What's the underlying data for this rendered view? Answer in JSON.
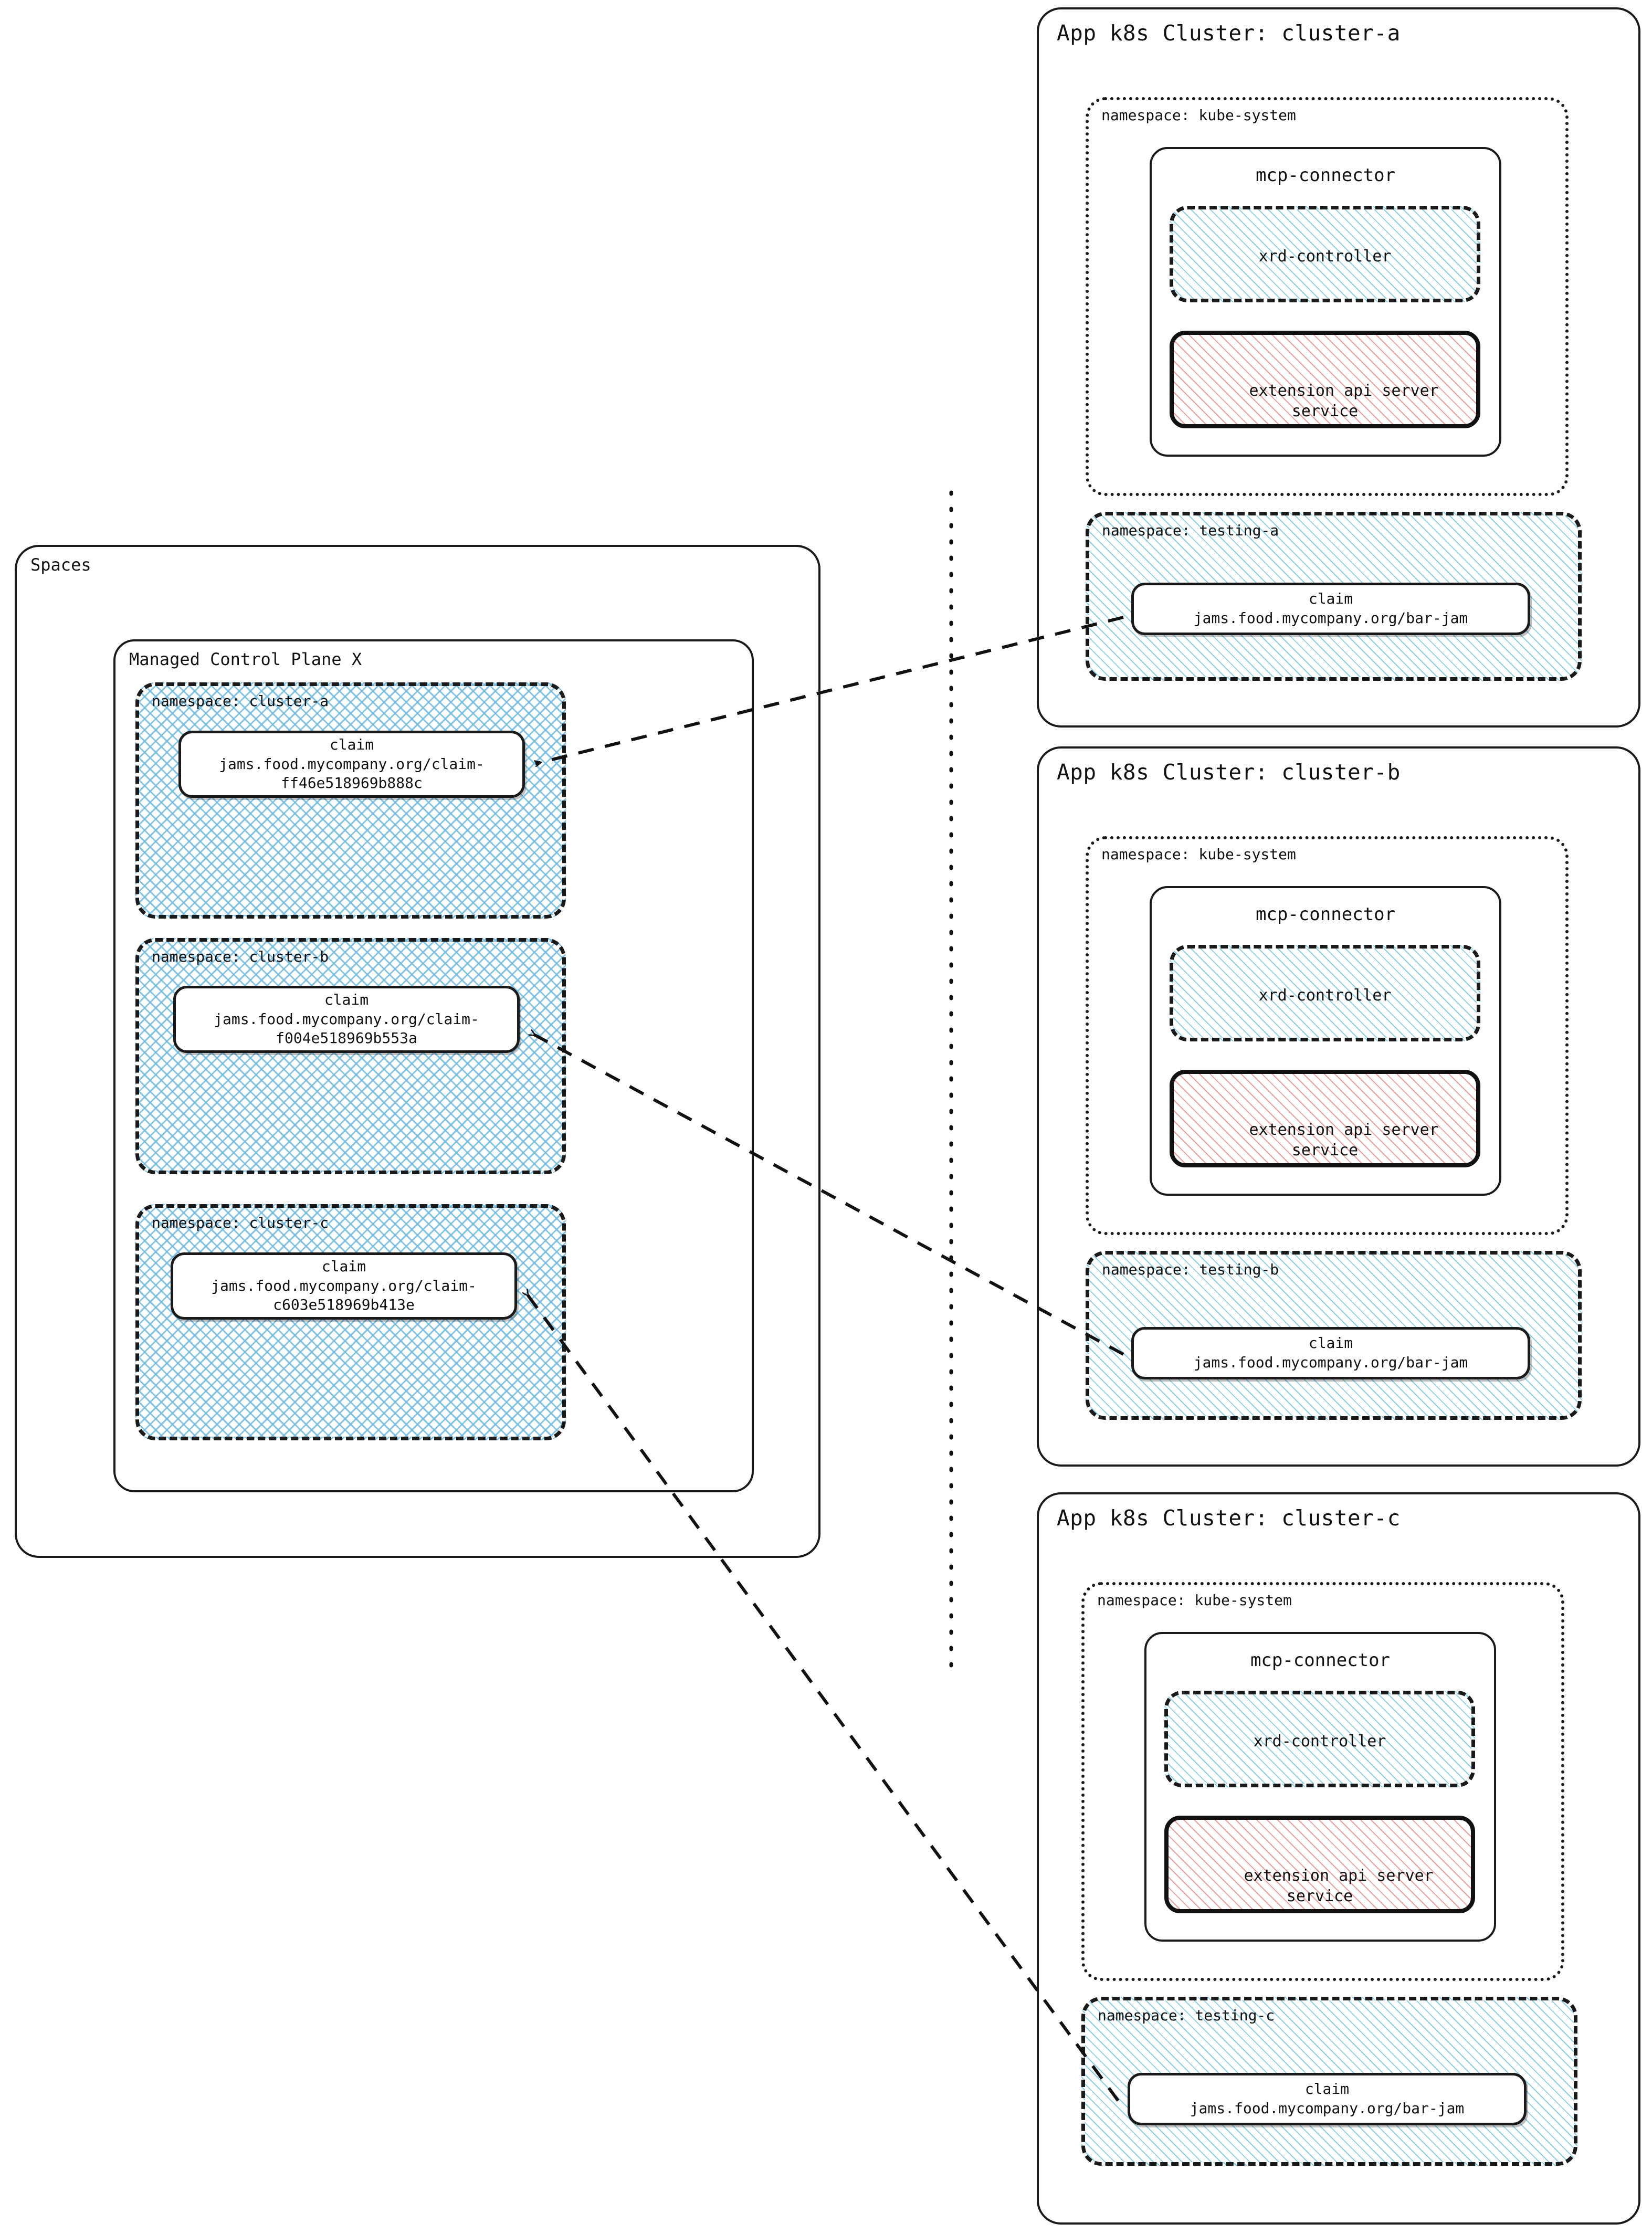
{
  "diagram": {
    "title": "Crossplane Spaces MCP multi-cluster claim propagation",
    "accent_blue": "#6EB9E1",
    "accent_purple": "#A08CD7",
    "accent_red": "#EE8C8C",
    "ink": "#111111"
  },
  "left_panel": {
    "spaces_label": "Spaces",
    "mcp_label": "Managed Control Plane X",
    "namespaces": [
      {
        "label": "namespace: cluster-a",
        "claim": {
          "kind": "claim",
          "ref_line1": "jams.food.mycompany.org/claim-",
          "ref_line2": "ff46e518969b888c"
        }
      },
      {
        "label": "namespace: cluster-b",
        "claim": {
          "kind": "claim",
          "ref_line1": "jams.food.mycompany.org/claim-",
          "ref_line2": "f004e518969b553a"
        }
      },
      {
        "label": "namespace: cluster-c",
        "claim": {
          "kind": "claim",
          "ref_line1": "jams.food.mycompany.org/claim-",
          "ref_line2": "c603e518969b413e"
        }
      }
    ]
  },
  "clusters": [
    {
      "title": "App k8s Cluster: cluster-a",
      "kube_system": {
        "label": "namespace: kube-system",
        "connector": {
          "title": "mcp-connector",
          "xrd_controller": "xrd-controller",
          "ext_api_line1": "extension api server",
          "ext_api_line2": "service"
        }
      },
      "testing": {
        "label": "namespace: testing-a",
        "claim": {
          "kind": "claim",
          "ref": "jams.food.mycompany.org/bar-jam"
        }
      }
    },
    {
      "title": "App k8s Cluster: cluster-b",
      "kube_system": {
        "label": "namespace: kube-system",
        "connector": {
          "title": "mcp-connector",
          "xrd_controller": "xrd-controller",
          "ext_api_line1": "extension api server",
          "ext_api_line2": "service"
        }
      },
      "testing": {
        "label": "namespace: testing-b",
        "claim": {
          "kind": "claim",
          "ref": "jams.food.mycompany.org/bar-jam"
        }
      }
    },
    {
      "title": "App k8s Cluster: cluster-c",
      "kube_system": {
        "label": "namespace: kube-system",
        "connector": {
          "title": "mcp-connector",
          "xrd_controller": "xrd-controller",
          "ext_api_line1": "extension api server",
          "ext_api_line2": "service"
        }
      },
      "testing": {
        "label": "namespace: testing-c",
        "claim": {
          "kind": "claim",
          "ref": "jams.food.mycompany.org/bar-jam"
        }
      }
    }
  ],
  "connections": [
    {
      "from": "cluster-a testing claim",
      "to": "namespace cluster-a claim"
    },
    {
      "from": "cluster-b testing claim",
      "to": "namespace cluster-b claim"
    },
    {
      "from": "cluster-c testing claim",
      "to": "namespace cluster-c claim"
    }
  ]
}
